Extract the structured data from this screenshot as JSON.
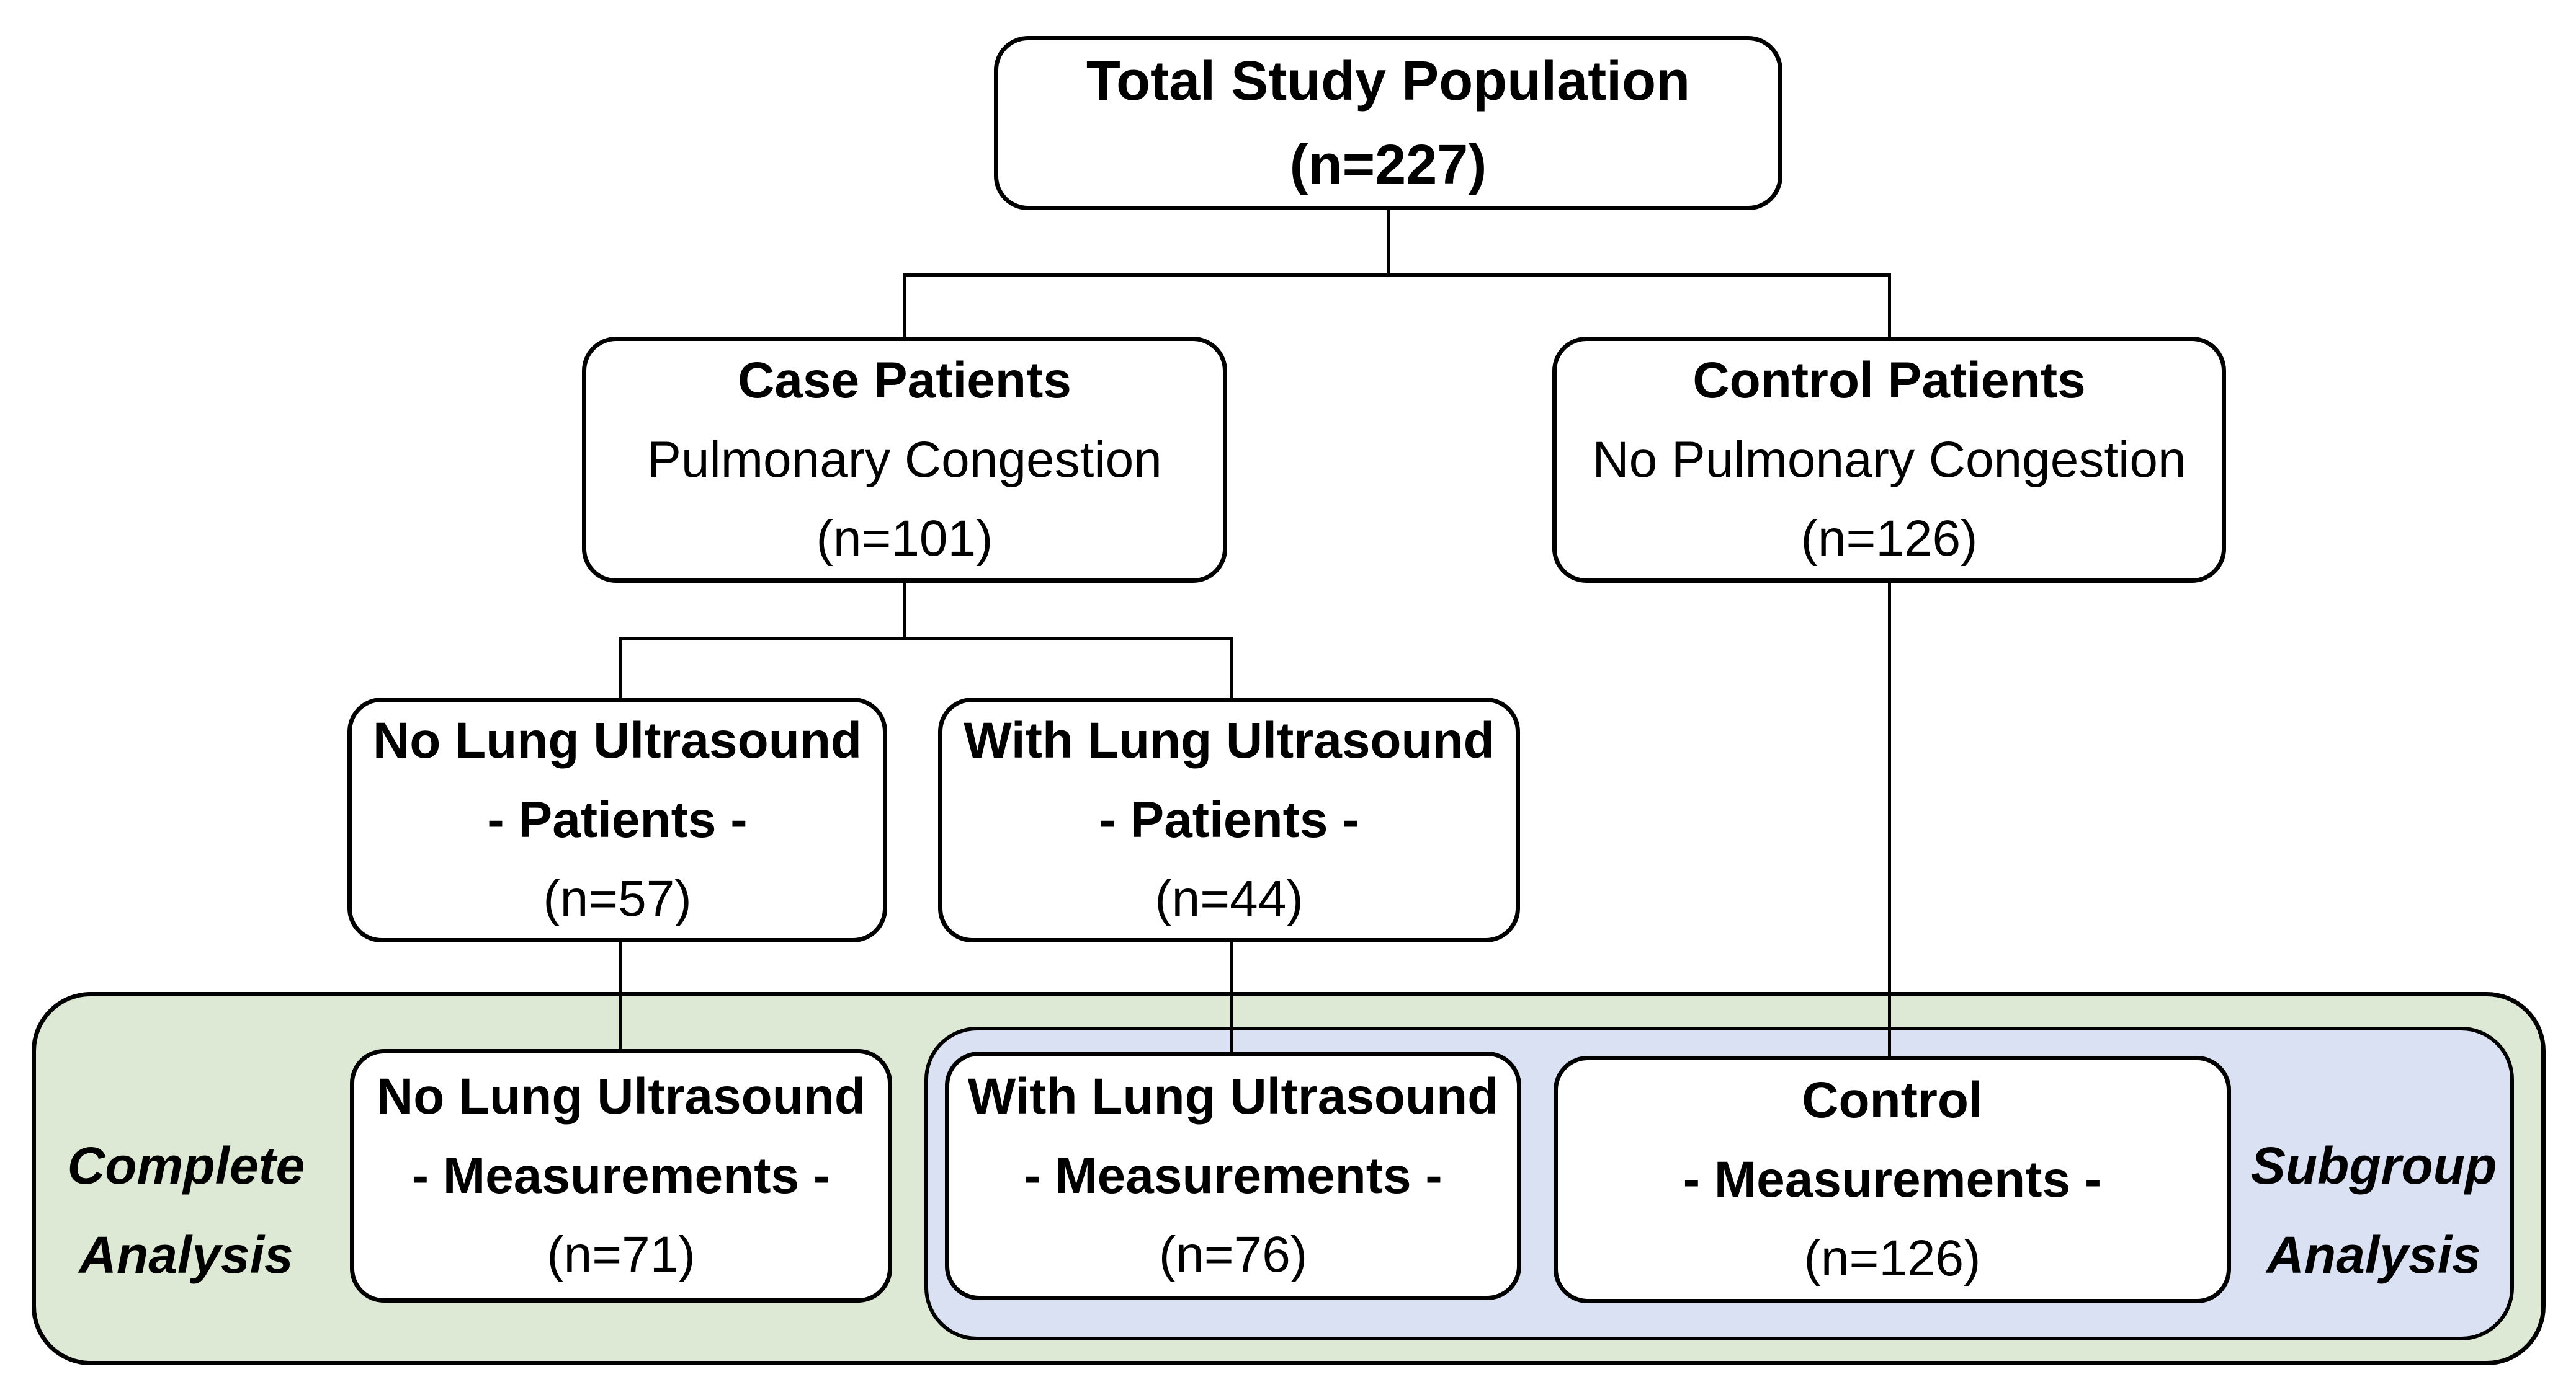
{
  "figure": {
    "type": "study-flowchart",
    "nodes": {
      "total": {
        "line1": "Total Study Population",
        "line2": "(n=227)"
      },
      "case_patients": {
        "line1": "Case Patients",
        "line2": "Pulmonary Congestion",
        "line3": "(n=101)"
      },
      "control_patients": {
        "line1": "Control Patients",
        "line2": "No Pulmonary Congestion",
        "line3": "(n=126)"
      },
      "no_lus_patients": {
        "line1": "No Lung Ultrasound",
        "line2": "- Patients -",
        "line3": "(n=57)"
      },
      "with_lus_patients": {
        "line1": "With Lung Ultrasound",
        "line2": "- Patients -",
        "line3": "(n=44)"
      },
      "no_lus_measurements": {
        "line1": "No Lung Ultrasound",
        "line2": "- Measurements -",
        "line3": "(n=71)"
      },
      "with_lus_measurements": {
        "line1": "With Lung Ultrasound",
        "line2": "- Measurements -",
        "line3": "(n=76)"
      },
      "control_measurements": {
        "line1": "Control",
        "line2": "- Measurements -",
        "line3": "(n=126)"
      }
    },
    "panels": {
      "complete": {
        "label_line1": "Complete",
        "label_line2": "Analysis",
        "fill": "#dee9d5"
      },
      "subgroup": {
        "label_line1": "Subgroup",
        "label_line2": "Analysis",
        "fill": "#d9e1f2"
      }
    },
    "colors": {
      "node_fill": "#ffffff",
      "border": "#000000",
      "text": "#000000",
      "complete_panel_fill": "#dee9d5",
      "subgroup_panel_fill": "#d9e1f2"
    }
  }
}
